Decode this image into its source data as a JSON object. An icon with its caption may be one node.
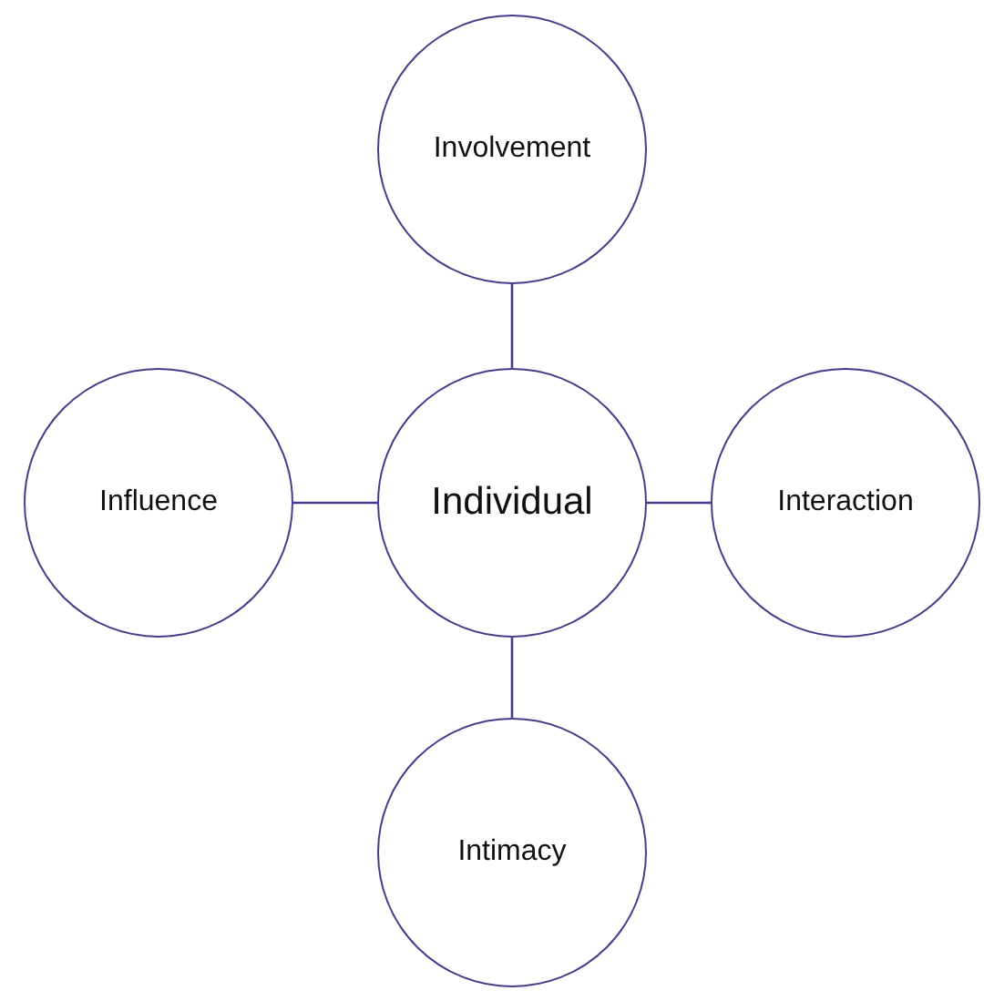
{
  "diagram": {
    "nodes": [
      {
        "text": [
          "Involvement"
        ]
      },
      {
        "text": [
          "Influence"
        ]
      },
      {
        "text": [
          "Individual"
        ]
      },
      {
        "text": [
          "Interaction"
        ]
      },
      {
        "text": [
          "Intimacy"
        ]
      }
    ],
    "edges": [
      {
        "from": 0,
        "to": 2,
        "arrow": "none"
      },
      {
        "from": 1,
        "to": 2,
        "arrow": "none"
      },
      {
        "from": 2,
        "to": 3,
        "arrow": "none"
      },
      {
        "from": 2,
        "to": 4,
        "arrow": "none"
      }
    ]
  }
}
